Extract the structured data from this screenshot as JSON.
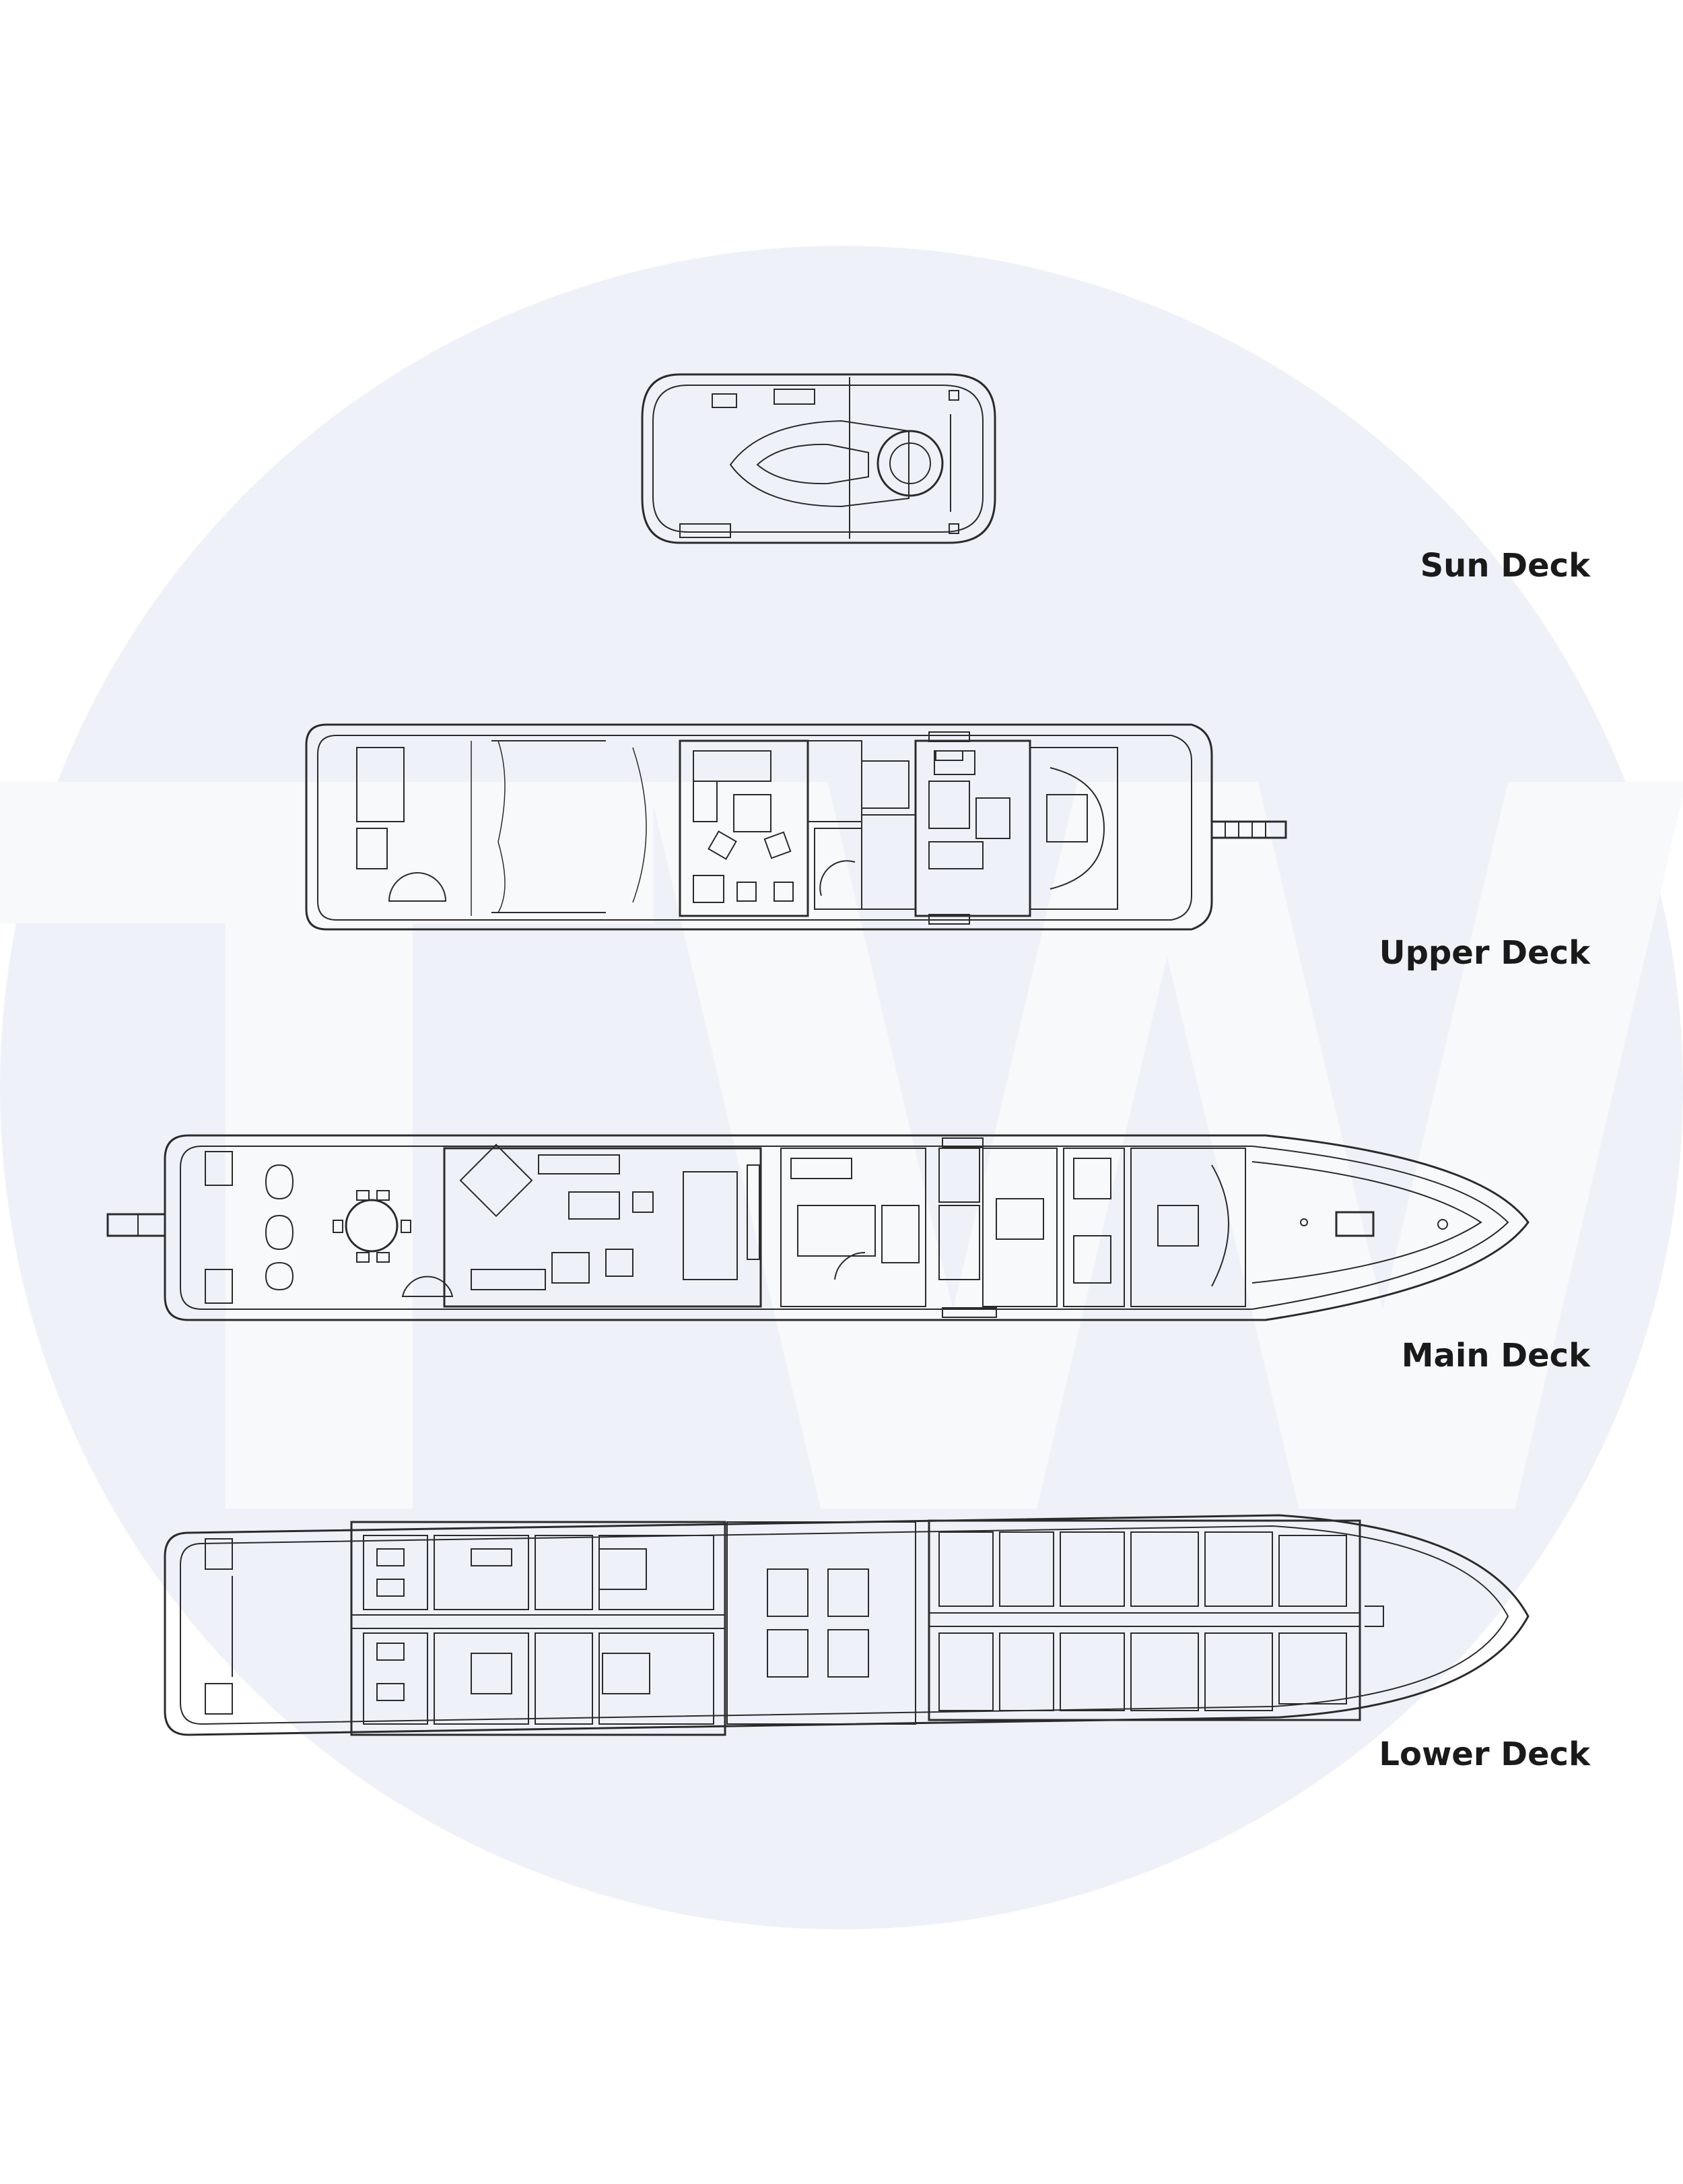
{
  "watermark": {
    "letters": "TW",
    "circle_color": "#eef2f8",
    "letter_color": "#f8f9fb"
  },
  "line_color": "#2b2b2b",
  "decks": [
    {
      "id": "sun",
      "label": "Sun Deck"
    },
    {
      "id": "upper",
      "label": "Upper Deck"
    },
    {
      "id": "main",
      "label": "Main Deck"
    },
    {
      "id": "lower",
      "label": "Lower Deck"
    }
  ]
}
